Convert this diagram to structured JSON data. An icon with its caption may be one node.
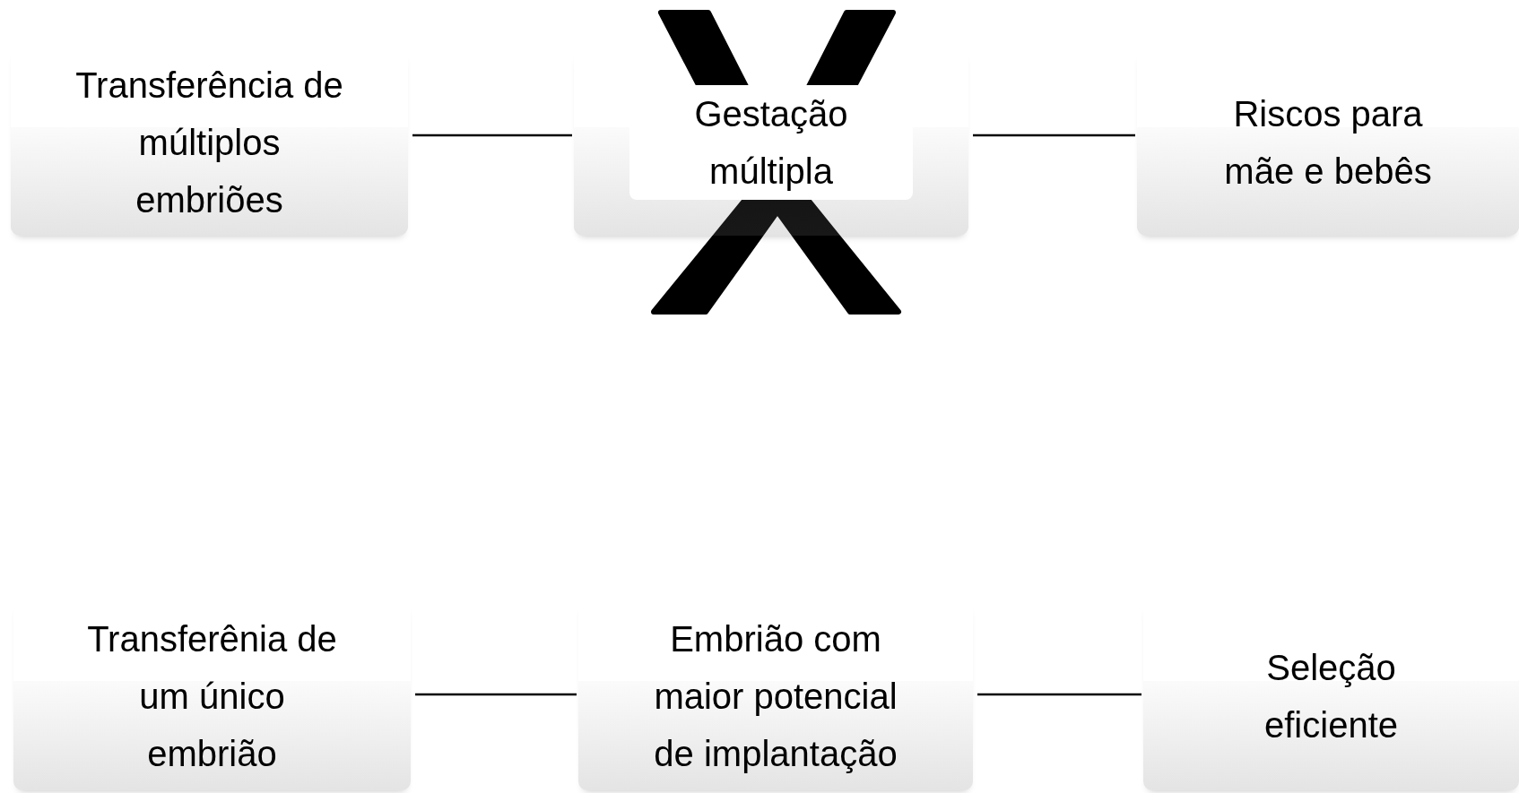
{
  "diagram": {
    "nodes": [
      {
        "text": [
          "Transferência de múltiplos embriões"
        ]
      },
      {
        "text": [
          "Gestação múltipla"
        ]
      },
      {
        "text": [
          "Riscos para mãe e bebês"
        ]
      },
      {
        "text": [
          "Transferênia de um único embrião"
        ]
      },
      {
        "text": [
          "Embrião com maior potencial de implantação"
        ]
      },
      {
        "text": [
          "Seleção eficiente"
        ]
      }
    ],
    "edges": [
      {
        "from": 0,
        "to": 1,
        "arrow": "none"
      },
      {
        "from": 1,
        "to": 2,
        "arrow": "none"
      },
      {
        "from": 3,
        "to": 4,
        "arrow": "none"
      },
      {
        "from": 4,
        "to": 5,
        "arrow": "none"
      }
    ]
  }
}
